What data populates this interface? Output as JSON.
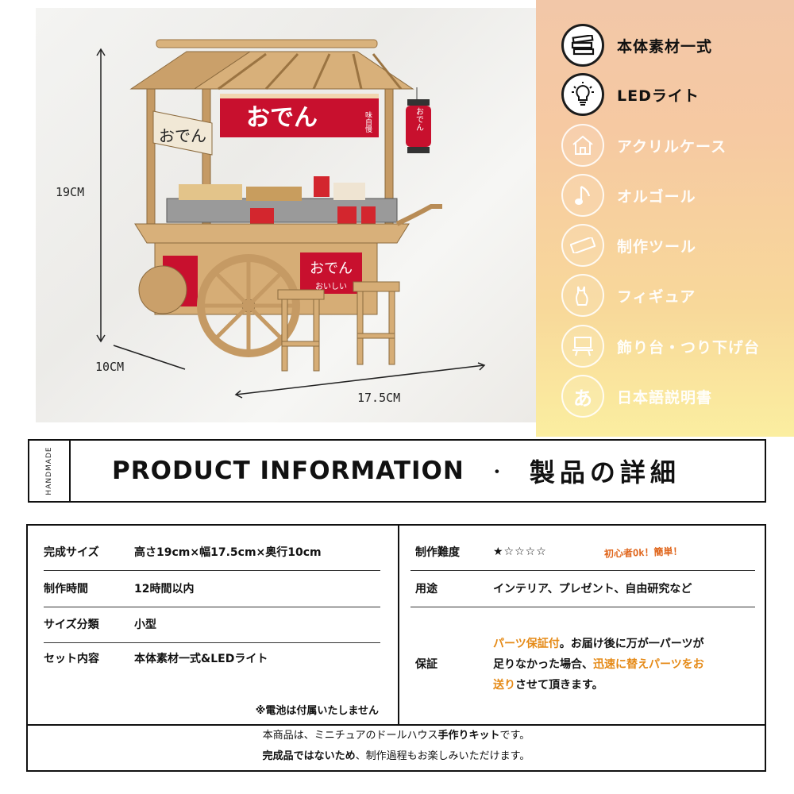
{
  "dimensions": {
    "height": "19CM",
    "depth": "10CM",
    "width": "17.5CM"
  },
  "product_image": {
    "cart_sign_main": "おでん",
    "cart_sign_side": "おでん",
    "cart_flag": "味自慢",
    "cart_lantern": "おでん",
    "cart_board_title": "おでん",
    "cart_board_sub": "おいしい"
  },
  "features": [
    {
      "label": "本体素材一式",
      "icon": "wood-planks-icon",
      "active": true
    },
    {
      "label": "LEDライト",
      "icon": "light-bulb-icon",
      "active": true
    },
    {
      "label": "アクリルケース",
      "icon": "house-icon",
      "active": false
    },
    {
      "label": "オルゴール",
      "icon": "music-note-icon",
      "active": false
    },
    {
      "label": "制作ツール",
      "icon": "ruler-icon",
      "active": false
    },
    {
      "label": "フィギュア",
      "icon": "cat-icon",
      "active": false
    },
    {
      "label": "飾り台・つり下げ台",
      "icon": "display-stand-icon",
      "active": false
    },
    {
      "label": "日本語説明書",
      "icon": "hiragana-a-icon",
      "active": false
    }
  ],
  "feature_icon_glyph_a": "あ",
  "colors": {
    "panel_top": "#f2c7a8",
    "panel_bottom": "#fbeea0",
    "accent_orange": "#e58a17",
    "cart_red": "#c8102e"
  },
  "info_header": {
    "tab": "HANDMADE",
    "title_en": "PRODUCT INFORMATION",
    "dot": "・",
    "title_jp": "製品の詳細"
  },
  "specs_left": [
    {
      "key": "完成サイズ",
      "value": "高さ19cm×幅17.5cm×奥行10cm"
    },
    {
      "key": "制作時間",
      "value": "12時間以内"
    },
    {
      "key": "サイズ分類",
      "value": "小型"
    },
    {
      "key": "セット内容",
      "value": "本体素材一式&LEDライト"
    }
  ],
  "battery_note": "※電池は付属いたしません",
  "specs_right": {
    "difficulty_key": "制作難度",
    "difficulty_value": "★☆☆☆☆",
    "difficulty_note": "初心者Ok！簡単！",
    "usage_key": "用途",
    "usage_value": "インテリア、プレゼント、自由研究など",
    "warranty_key": "保証",
    "warranty_l1_a": "パーツ保証付",
    "warranty_l1_b": "。お届け後に万が一パーツが",
    "warranty_l2_a": "足りなかった場合、",
    "warranty_l2_b": "迅速に替えパーツをお",
    "warranty_l3_a": "送り",
    "warranty_l3_b": "させて頂きます。"
  },
  "footer": {
    "line1_a": "本商品は、ミニチュアのドールハウス",
    "line1_b": "手作りキット",
    "line1_c": "です。",
    "line2_a": "完成品ではないため",
    "line2_b": "、制作過程もお楽しみいただけます。"
  }
}
